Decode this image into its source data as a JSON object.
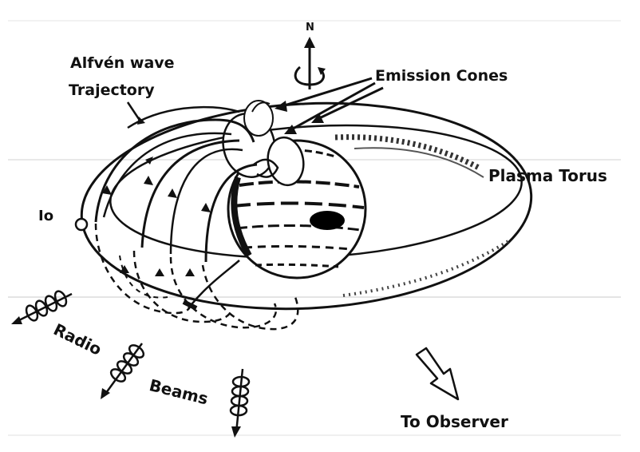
{
  "labels": {
    "alfven": "Alfvén wave",
    "trajectory": "Trajectory",
    "emission": "Emission Cones",
    "torus": "Plasma Torus",
    "io": "Io",
    "north": "N",
    "radio": "Radio",
    "beams": "Beams",
    "observer": "To Observer"
  },
  "colors": {
    "ink": "#111111",
    "paper": "#ffffff",
    "spot": "#000000"
  }
}
